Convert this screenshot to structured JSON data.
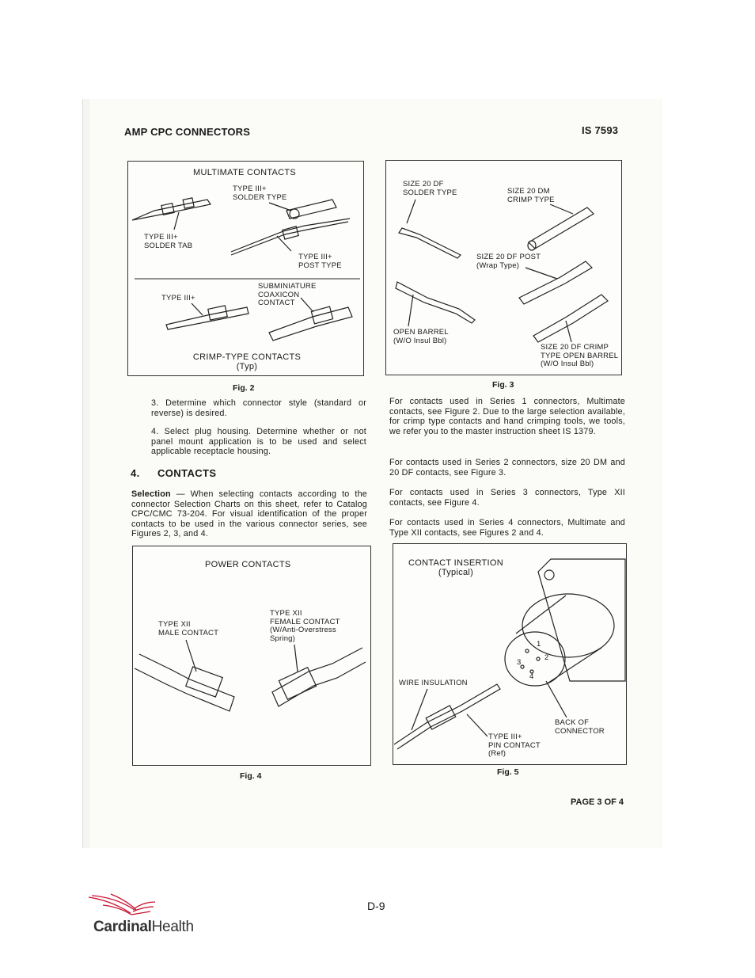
{
  "document": {
    "header_left": "AMP CPC CONNECTORS",
    "header_right": "IS 7593",
    "page_label": "PAGE 3 OF 4"
  },
  "fig2": {
    "title": "MULTIMATE CONTACTS",
    "labels": {
      "solder_type": "TYPE III+\nSOLDER TYPE",
      "solder_tab": "TYPE III+\nSOLDER TAB",
      "post_type": "TYPE III+\nPOST TYPE",
      "type3": "TYPE III+",
      "coaxicon": "SUBMINIATURE\nCOAXICON\nCONTACT"
    },
    "subtitle": "CRIMP-TYPE CONTACTS\n(Typ)",
    "caption": "Fig. 2"
  },
  "fig3": {
    "labels": {
      "df_solder": "SIZE 20 DF\nSOLDER TYPE",
      "dm_crimp": "SIZE 20 DM\nCRIMP TYPE",
      "df_post": "SIZE 20 DF POST\n(Wrap Type)",
      "open_barrel": "OPEN BARREL\n(W/O Insul Bbl)",
      "df_crimp": "SIZE 20 DF CRIMP\nTYPE OPEN BARREL\n(W/O Insul Bbl)"
    },
    "caption": "Fig. 3"
  },
  "text": {
    "step3": "3.   Determine which connector style (standard or reverse) is desired.",
    "step4": "4.   Select plug housing. Determine whether or not panel mount application is to be used and select applicable receptacle housing.",
    "section_num": "4.",
    "section_title": "CONTACTS",
    "selection_lead": "Selection",
    "selection_body": " — When selecting contacts according to the connector Selection Charts on this sheet, refer to Catalog CPC/CMC 73-204. For visual identification of the proper contacts to be used in the various connector series, see Figures 2, 3, and 4.",
    "right1": "For contacts used in Series 1 connectors, Multimate contacts, see Figure 2. Due to the large selection available, for crimp type contacts and hand crimping tools, we tools, we refer you to the master instruction sheet IS 1379.",
    "right2": "For contacts used in Series 2 connectors, size 20 DM and 20 DF contacts, see Figure 3.",
    "right3": "For contacts used in Series 3 connectors, Type XII contacts, see Figure 4.",
    "right4": "For contacts used in Series 4 connectors, Multimate and Type XII contacts, see Figures 2 and 4."
  },
  "fig4": {
    "title": "POWER CONTACTS",
    "labels": {
      "male": "TYPE XII\nMALE CONTACT",
      "female": "TYPE XII\nFEMALE CONTACT\n(W/Anti-Overstress\nSpring)"
    },
    "caption": "Fig. 4"
  },
  "fig5": {
    "title": "CONTACT INSERTION\n(Typical)",
    "labels": {
      "wire": "WIRE INSULATION",
      "back": "BACK OF\nCONNECTOR",
      "pin": "TYPE III+\nPIN CONTACT\n(Ref)",
      "n1": "1",
      "n2": "2",
      "n3": "3",
      "n4": "4"
    },
    "caption": "Fig. 5"
  },
  "footer": {
    "page_number": "D-9",
    "logo_bold": "Cardinal",
    "logo_regular": "Health",
    "logo_color": "#c8102e"
  }
}
